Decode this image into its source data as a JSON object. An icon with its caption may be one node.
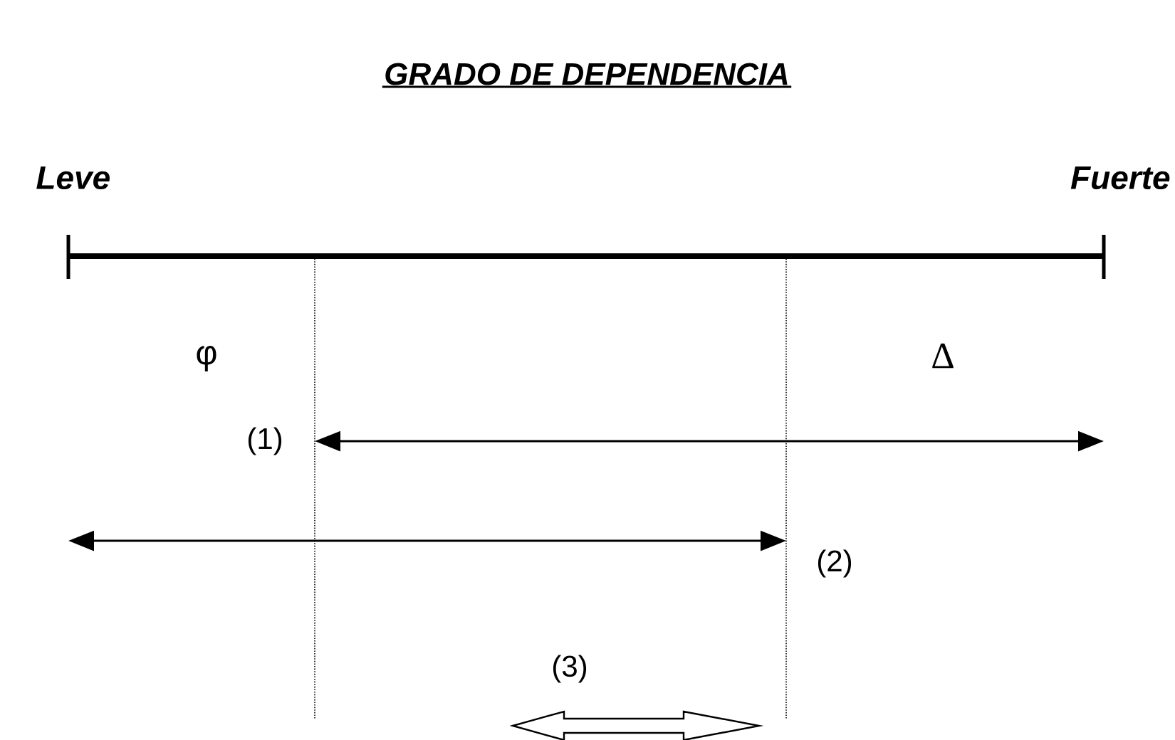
{
  "diagram": {
    "title": "GRADO DE DEPENDENCIA",
    "labels": [
      "Leve",
      "Fuerte",
      "φ",
      "Δ",
      "(1)",
      "(2)",
      "(3)"
    ]
  }
}
